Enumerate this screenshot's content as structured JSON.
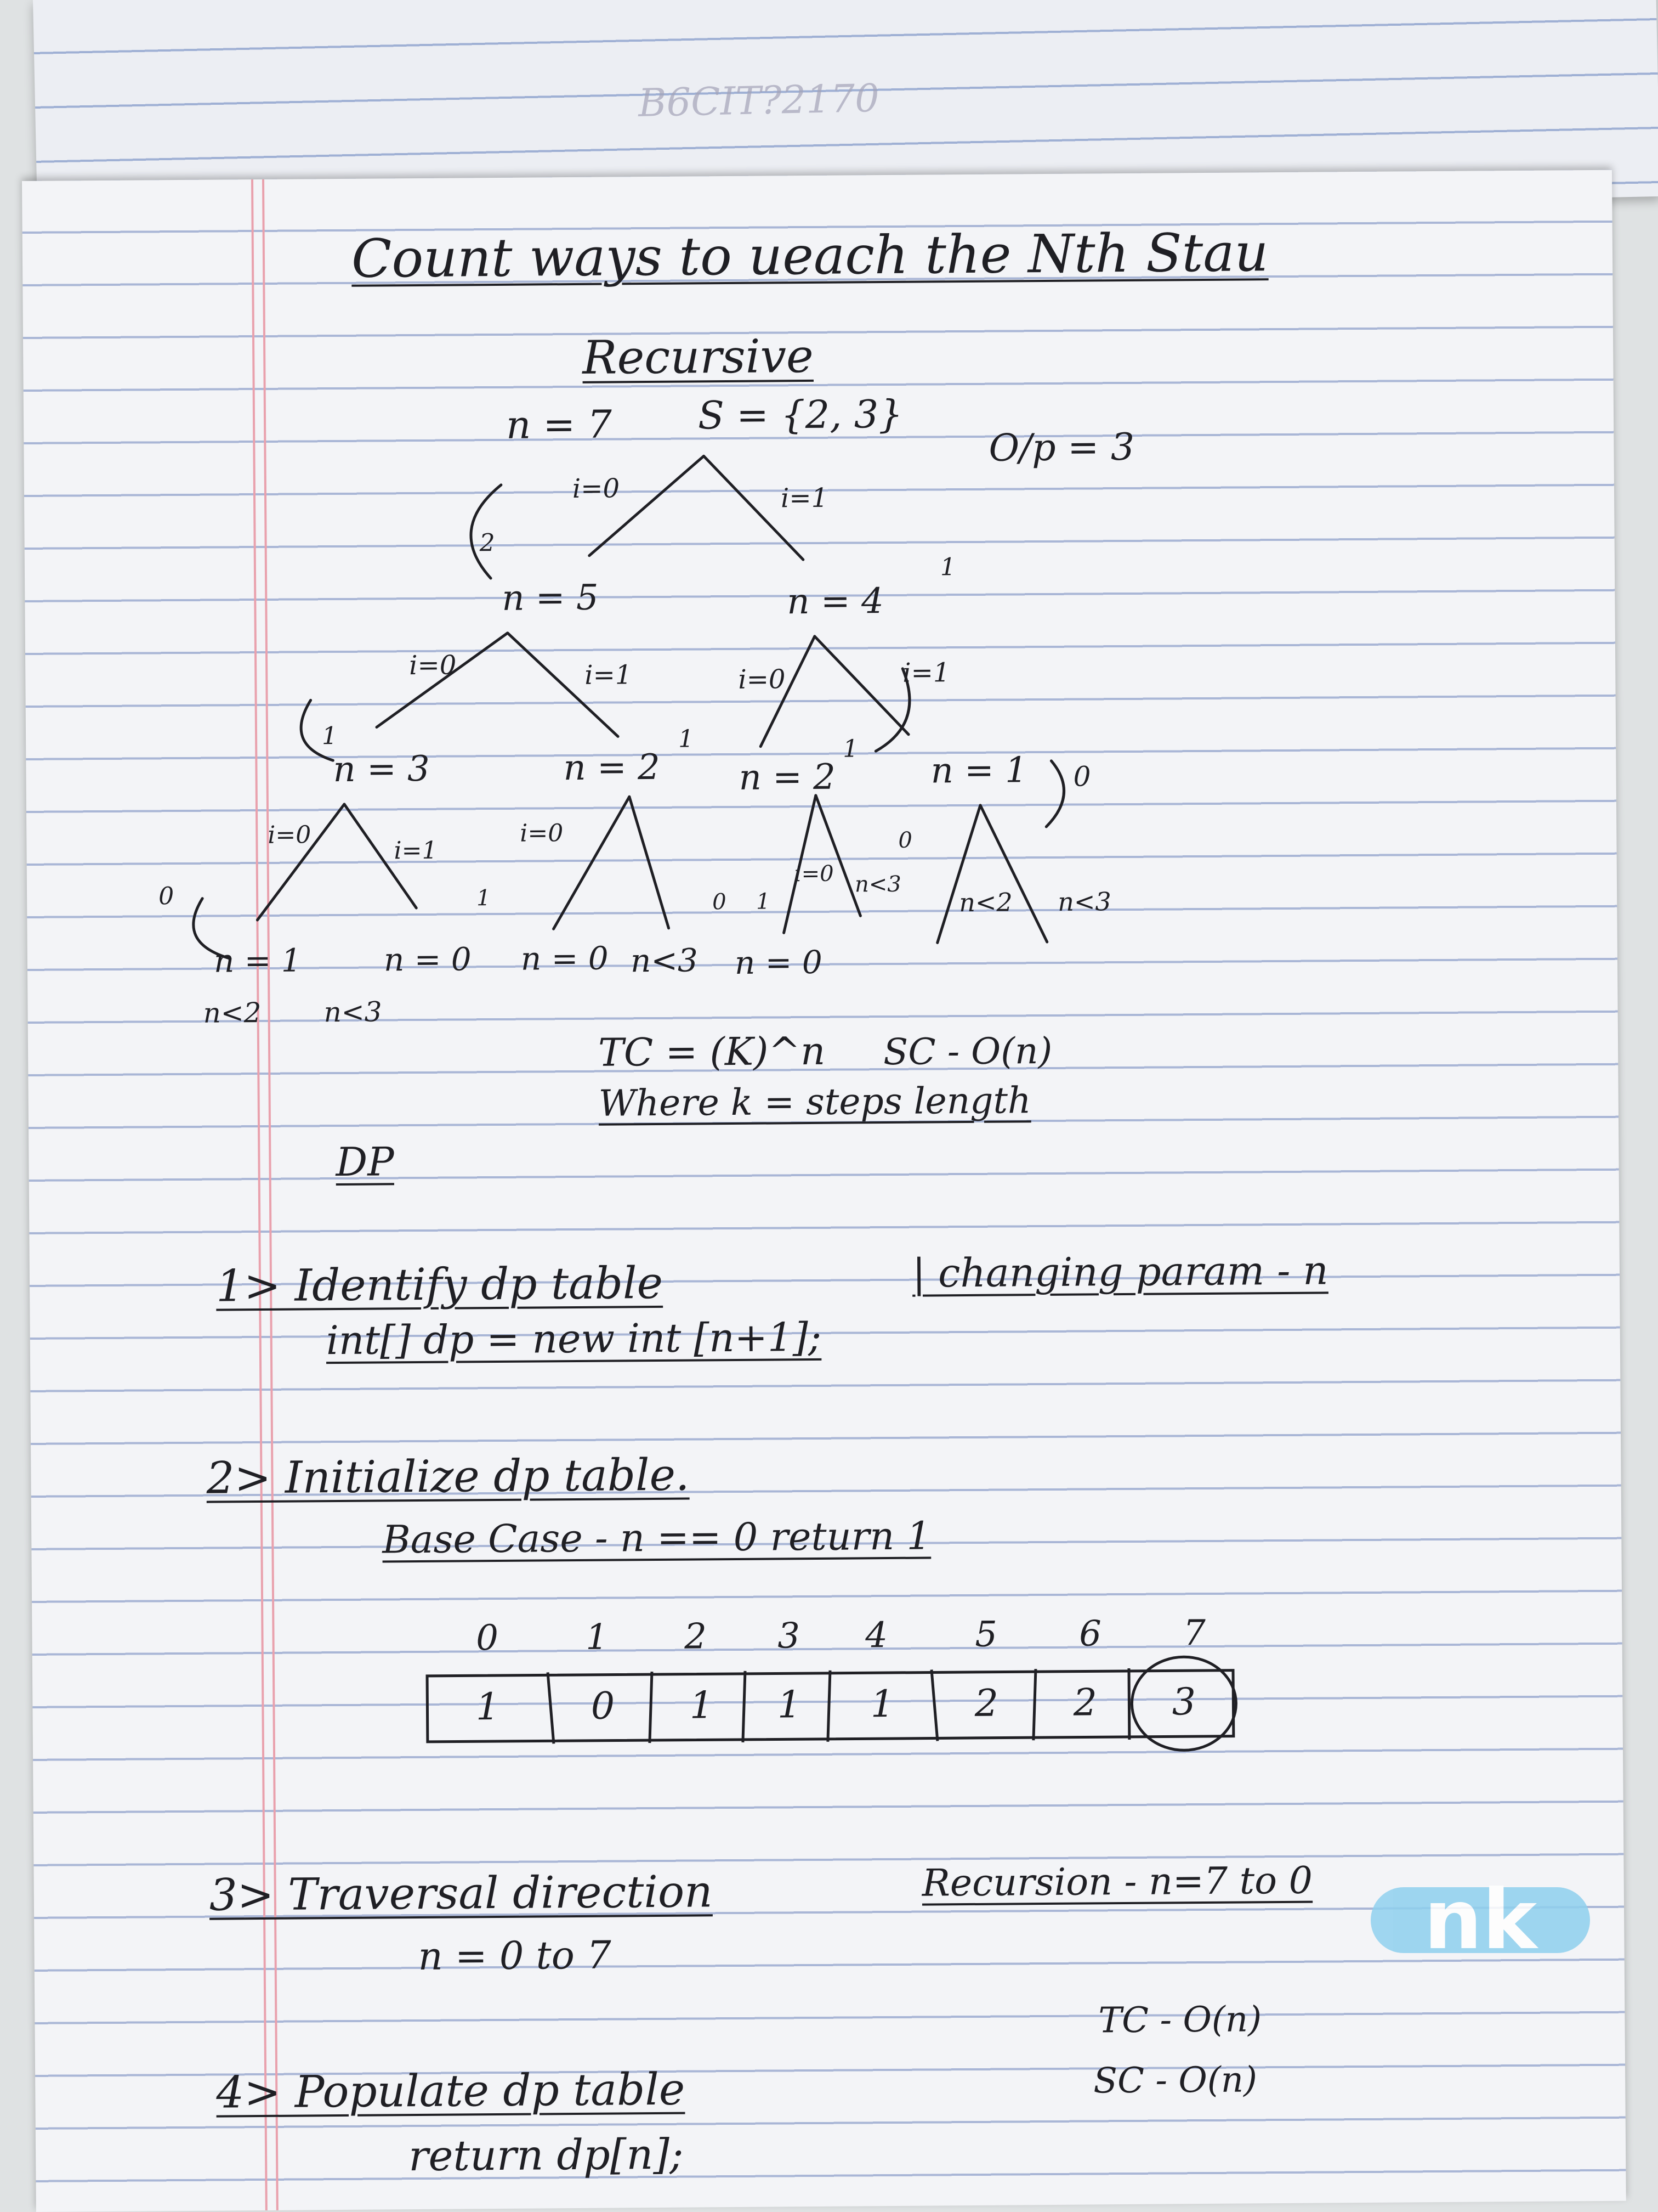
{
  "back_page": {
    "scrawl": "B6CIT?2170"
  },
  "title": "Count ways to ueach the Nth Stau",
  "recursive": {
    "heading": "Recursive",
    "input_n": "n = 7",
    "input_s": "S = {2, 3}",
    "output": "O/p = 3",
    "nodes": [
      "n = 5",
      "n = 4",
      "n = 3",
      "n = 2",
      "n = 2",
      "n = 1",
      "n = 1",
      "n = 0",
      "n = 0",
      "n<3",
      "n = 0"
    ],
    "edge_labels": [
      "i=0",
      "i=1",
      "i=0",
      "i=1",
      "i=0",
      "i=1",
      "i=0",
      "i=1",
      "i=0",
      "i=0"
    ],
    "leaf_conditions": [
      "n<2",
      "n<3",
      "n<2",
      "n<3",
      "n<3"
    ],
    "return_marks": [
      "2",
      "1",
      "1",
      "1",
      "1",
      "0",
      "0",
      "1",
      "0",
      "1",
      "0"
    ],
    "complexity_tc": "TC = (K)^n",
    "complexity_sc": "SC - O(n)",
    "complexity_note": "Where k = steps length"
  },
  "dp": {
    "heading": "DP",
    "step1_title": "1> Identify dp table",
    "step1_note": "| changing param - n",
    "step1_code": "int[] dp = new int [n+1];",
    "step2_title": "2> Initialize dp table.",
    "step2_base": "Base Case - n == 0 return 1",
    "table_indices": [
      "0",
      "1",
      "2",
      "3",
      "4",
      "5",
      "6",
      "7"
    ],
    "table_values": [
      "1",
      "0",
      "1",
      "1",
      "1",
      "2",
      "2",
      "3"
    ],
    "step3_title": "3> Traversal direction",
    "step3_recursion": "Recursion - n=7 to 0",
    "step3_dp": "n = 0 to 7",
    "tc": "TC - O(n)",
    "sc": "SC - O(n)",
    "step4_title": "4> Populate dp table",
    "step4_code": "return dp[n];",
    "watermark": "nk"
  }
}
